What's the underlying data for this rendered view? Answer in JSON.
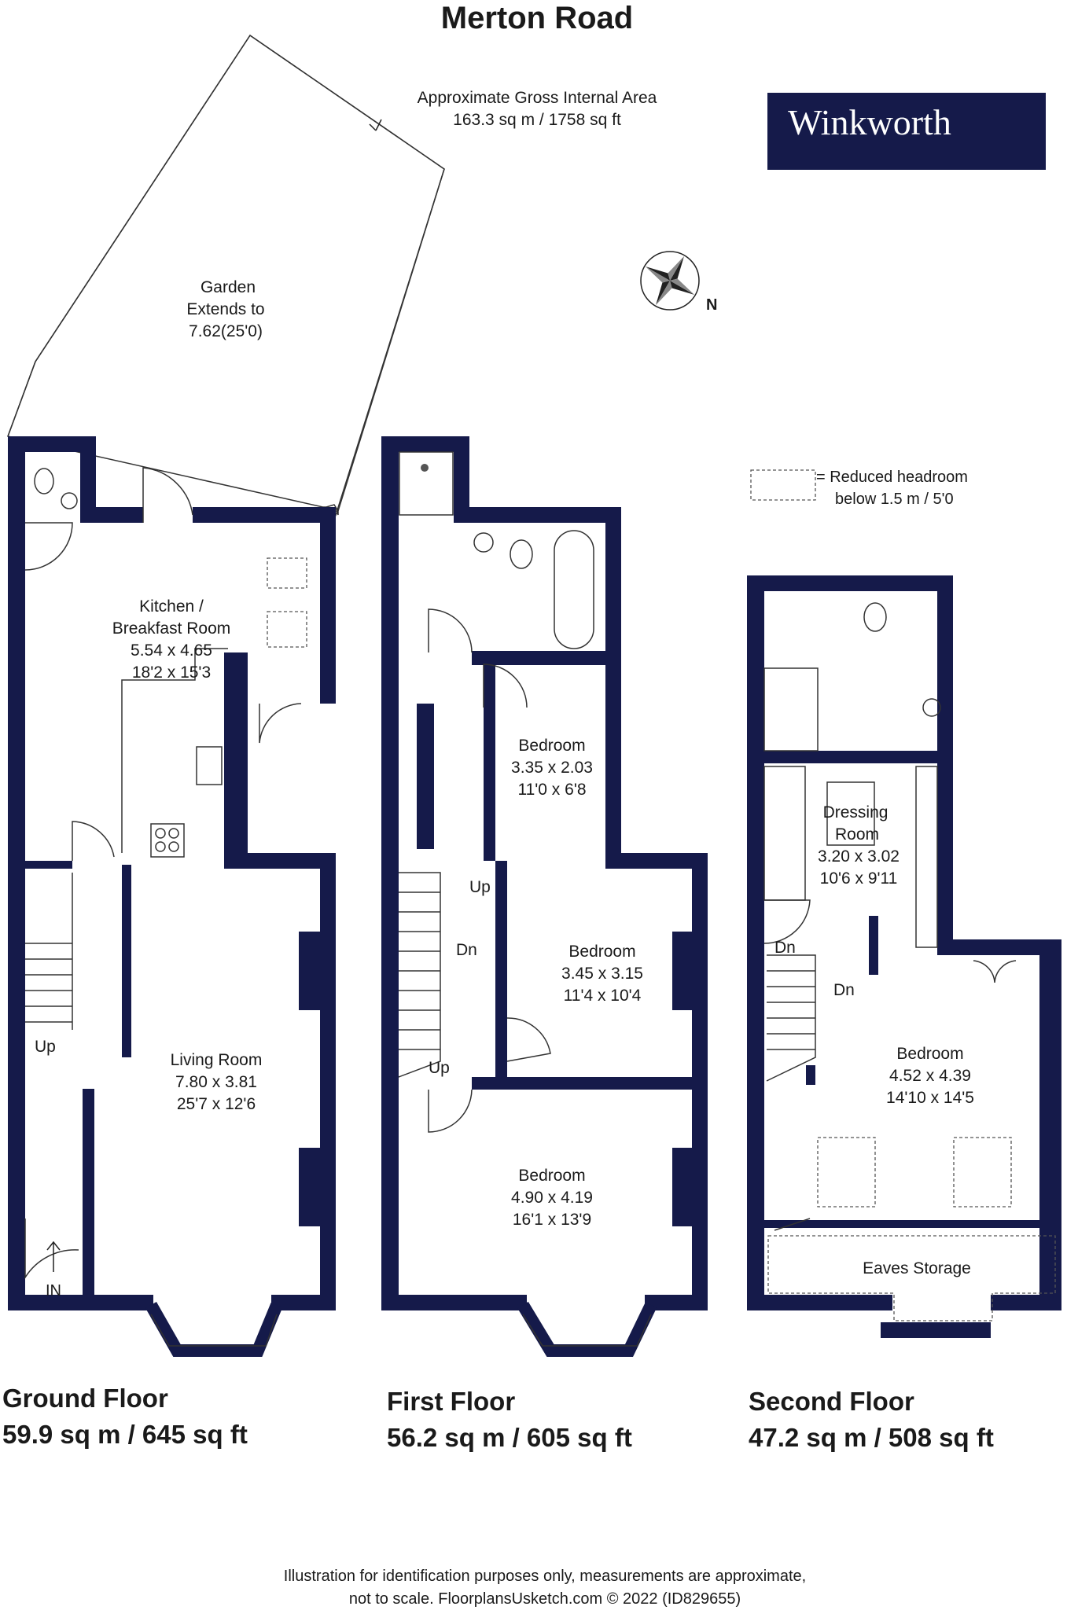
{
  "header": {
    "title": "Merton Road",
    "gross_area_label": "Approximate Gross Internal Area",
    "gross_area_value": "163.3 sq m / 1758 sq ft"
  },
  "brand": {
    "name": "Winkworth",
    "bg_color": "#151a4a"
  },
  "compass": {
    "label": "N",
    "icon": "compass-rose-icon"
  },
  "legend": {
    "line1": "= Reduced headroom",
    "line2": "below 1.5 m / 5'0"
  },
  "garden": {
    "line1": "Garden",
    "line2": "Extends to",
    "line3": "7.62(25'0)"
  },
  "ground_floor": {
    "name": "Ground Floor",
    "area": "59.9 sq m / 645 sq ft",
    "kitchen": {
      "name1": "Kitchen /",
      "name2": "Breakfast Room",
      "metric": "5.54 x 4.65",
      "imperial": "18'2 x 15'3"
    },
    "living": {
      "name": "Living Room",
      "metric": "7.80 x 3.81",
      "imperial": "25'7 x 12'6"
    },
    "up": "Up",
    "entrance": "IN"
  },
  "first_floor": {
    "name": "First Floor",
    "area": "56.2 sq m / 605 sq ft",
    "bedroom_a": {
      "name": "Bedroom",
      "metric": "3.35 x 2.03",
      "imperial": "11'0 x 6'8"
    },
    "bedroom_b": {
      "name": "Bedroom",
      "metric": "3.45 x 3.15",
      "imperial": "11'4 x 10'4"
    },
    "bedroom_c": {
      "name": "Bedroom",
      "metric": "4.90 x 4.19",
      "imperial": "16'1 x 13'9"
    },
    "up_top": "Up",
    "dn": "Dn",
    "up_bottom": "Up"
  },
  "second_floor": {
    "name": "Second Floor",
    "area": "47.2 sq m / 508 sq ft",
    "dressing": {
      "name1": "Dressing",
      "name2": "Room",
      "metric": "3.20 x 3.02",
      "imperial": "10'6 x 9'11"
    },
    "bedroom": {
      "name": "Bedroom",
      "metric": "4.52 x 4.39",
      "imperial": "14'10 x 14'5"
    },
    "eaves": "Eaves Storage",
    "dn_left": "Dn",
    "dn_right": "Dn"
  },
  "footer": {
    "line1": "Illustration for identification purposes only, measurements are approximate,",
    "line2": "not to scale. FloorplansUsketch.com © 2022 (ID829655)"
  }
}
